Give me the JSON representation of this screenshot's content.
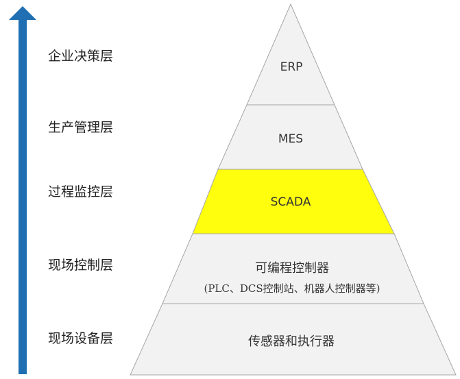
{
  "layers": [
    {
      "label": "企业决策层",
      "tier": "ERP",
      "sub": "",
      "fill": "#f2f2f2"
    },
    {
      "label": "生产管理层",
      "tier": "MES",
      "sub": "",
      "fill": "#f2f2f2"
    },
    {
      "label": "过程监控层",
      "tier": "SCADA",
      "sub": "",
      "fill": "#ffff0d"
    },
    {
      "label": "现场控制层",
      "tier": "可编程控制器",
      "sub": "(PLC、DCS控制站、机器人控制器等)",
      "fill": "#f2f2f2"
    },
    {
      "label": "现场设备层",
      "tier": "传感器和执行器",
      "sub": "",
      "fill": "#f2f2f2"
    }
  ],
  "colors": {
    "arrow": "#1f6fb2",
    "edge": "#a6a6a6",
    "highlight": "#ffff0d",
    "tier_fill": "#f2f2f2"
  }
}
